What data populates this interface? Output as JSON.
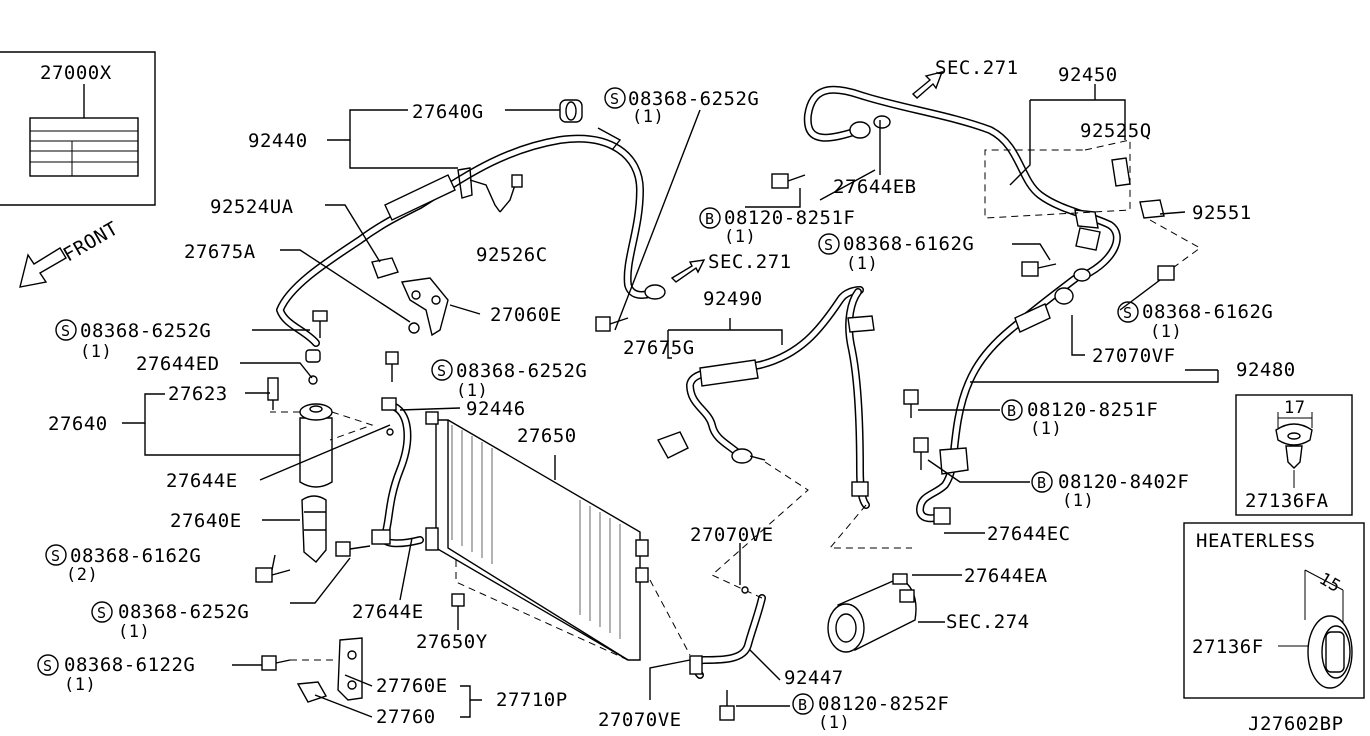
{
  "labels": {
    "p27000X": "27000X",
    "p92440": "92440",
    "p27640G": "27640G",
    "s08368_6252G_top": "08368-6252G",
    "s08368_6252G_top_qty": "(1)",
    "sec271_top": "SEC.271",
    "p92450": "92450",
    "p92525Q": "92525Q",
    "p92524UA": "92524UA",
    "p92526C": "92526C",
    "p27644EB": "27644EB",
    "b08120_8251F_a": "08120-8251F",
    "b08120_8251F_a_qty": "(1)",
    "p92551": "92551",
    "front": "FRONT",
    "p27675A": "27675A",
    "sec271_mid": "SEC.271",
    "s08368_6162G_a": "08368-6162G",
    "s08368_6162G_a_qty": "(1)",
    "p27060E": "27060E",
    "s08368_6252G_left": "08368-6252G",
    "s08368_6252G_left_qty": "(1)",
    "p92490": "92490",
    "s08368_6162G_b": "08368-6162G",
    "s08368_6162G_b_qty": "(1)",
    "p27644ED": "27644ED",
    "p27675G": "27675G",
    "p27070VF": "27070VF",
    "p92480": "92480",
    "s08368_6252G_mid": "08368-6252G",
    "s08368_6252G_mid_qty": "(1)",
    "p27623": "27623",
    "p27640": "27640",
    "p92446": "92446",
    "b08120_8251F_b": "08120-8251F",
    "b08120_8251F_b_qty": "(1)",
    "p27650": "27650",
    "p27644E_a": "27644E",
    "b08120_8402F": "08120-8402F",
    "b08120_8402F_qty": "(1)",
    "p27640E": "27640E",
    "p27070VE_top": "27070VE",
    "p27644EC": "27644EC",
    "s08368_6162G_c": "08368-6162G",
    "s08368_6162G_c_qty": "(2)",
    "p27644EA": "27644EA",
    "s08368_6252G_bot": "08368-6252G",
    "s08368_6252G_bot_qty": "(1)",
    "p27644E_b": "27644E",
    "sec274": "SEC.274",
    "p27650Y": "27650Y",
    "s08368_6122G": "08368-6122G",
    "s08368_6122G_qty": "(1)",
    "p92447": "92447",
    "p27760E": "27760E",
    "p27710P": "27710P",
    "b08120_8252F": "08120-8252F",
    "b08120_8252F_qty": "(1)",
    "p27760": "27760",
    "p27070VE_bot": "27070VE",
    "p27136FA": "27136FA",
    "dim17": "17",
    "heaterless": "HEATERLESS",
    "p27136F": "27136F",
    "dim15": "15",
    "diagram_code": "J27602BP"
  },
  "markers": {
    "s": "S",
    "b": "B"
  }
}
